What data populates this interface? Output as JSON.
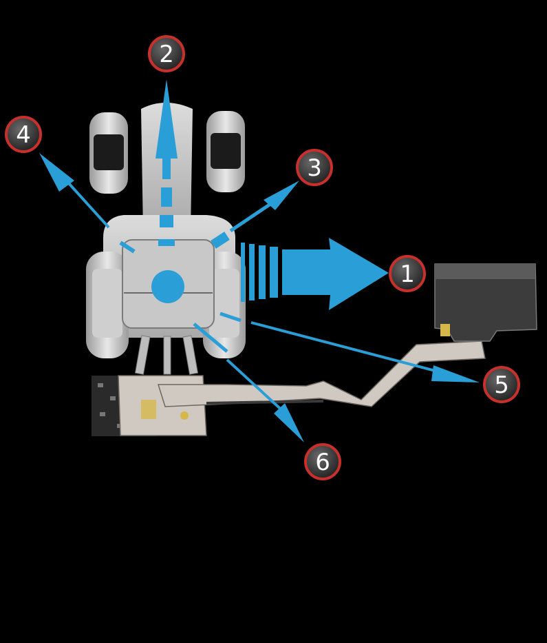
{
  "colors": {
    "background": "#000000",
    "arrow": "#2a9ed6",
    "tractor_light": "#d9d9d9",
    "tractor_mid": "#a8a8a8",
    "tire_dark": "#1a1a1a",
    "badge_fill": "#3a3a3a",
    "badge_ring": "#c8302c",
    "machine_body": "#c8c3bd",
    "machine_dark": "#2b2b2b",
    "hopper": "#3c3c3c"
  },
  "badges": [
    {
      "id": "1",
      "label": "1"
    },
    {
      "id": "2",
      "label": "2"
    },
    {
      "id": "3",
      "label": "3"
    },
    {
      "id": "4",
      "label": "4"
    },
    {
      "id": "5",
      "label": "5"
    },
    {
      "id": "6",
      "label": "6"
    }
  ]
}
